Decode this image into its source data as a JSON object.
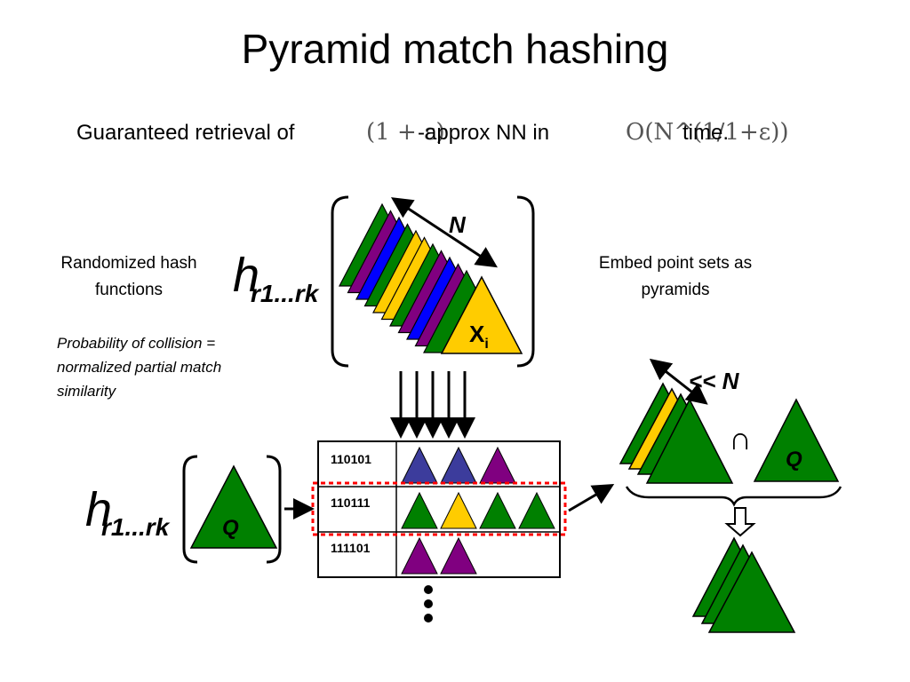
{
  "title": "Pyramid match hashing",
  "subtitle": {
    "prefix": "Guaranteed retrieval of",
    "math1": "(1 + ε)",
    "middle": "-approx NN in",
    "math2": "O(N^(1/1+ε))",
    "suffix": "time."
  },
  "left_caption": "Randomized hash functions",
  "right_caption": "Embed point sets as pyramids",
  "probability_note": "Probability of collision = normalized partial match similarity",
  "hash_function": {
    "h": "h",
    "sub": "r1...rk"
  },
  "labels": {
    "N": "N",
    "xi": "X",
    "xi_sub": "i",
    "q": "Q",
    "less_n": "<< N",
    "intersect": "∩"
  },
  "table": {
    "rows": [
      {
        "code": "110101",
        "colors": [
          "#3c3c9c",
          "#3c3c9c",
          "#800080"
        ]
      },
      {
        "code": "110111",
        "colors": [
          "#008000",
          "#ffcc00",
          "#008000",
          "#008000"
        ]
      },
      {
        "code": "111101",
        "colors": [
          "#800080",
          "#800080"
        ]
      }
    ]
  },
  "colors": {
    "green": "#008000",
    "yellow": "#ffcc00",
    "purple": "#800080",
    "blue": "#0000ff",
    "navy": "#3c3c9c",
    "highlight": "#ff0000"
  },
  "stack_colors": [
    "#008000",
    "#800080",
    "#0000ff",
    "#008000",
    "#ffcc00",
    "#ffcc00",
    "#008000",
    "#800080",
    "#0000ff",
    "#800080",
    "#008000"
  ]
}
